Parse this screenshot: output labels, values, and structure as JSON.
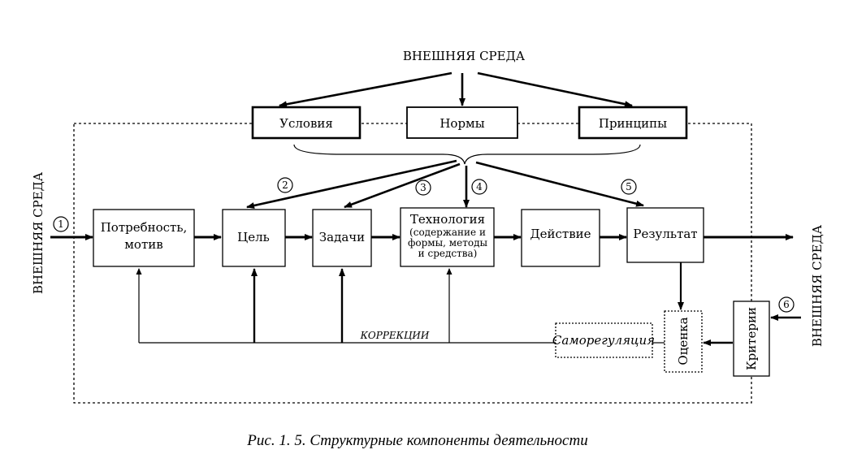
{
  "env_top": "ВНЕШНЯЯ СРЕДА",
  "env_left": "ВНЕШНЯЯ СРЕДА",
  "env_right": "ВНЕШНЯЯ СРЕДА",
  "top_boxes": {
    "conditions": "Условия",
    "norms": "Нормы",
    "principles": "Принципы"
  },
  "boxes": {
    "need_line1": "Потребность,",
    "need_line2": "мотив",
    "goal": "Цель",
    "tasks": "Задачи",
    "tech_line1": "Технология",
    "tech_line2": "(содержание и",
    "tech_line3": "формы, методы",
    "tech_line4": "и средства)",
    "action": "Действие",
    "result": "Результат",
    "self_regulation": "Саморегуляция",
    "evaluation": "Оценка",
    "criteria": "Критерии"
  },
  "correction": "КОРРЕКЦИИ",
  "markers": [
    "1",
    "2",
    "3",
    "4",
    "5",
    "6"
  ],
  "caption": "Рис. 1. 5. Структурные компоненты деятельности"
}
